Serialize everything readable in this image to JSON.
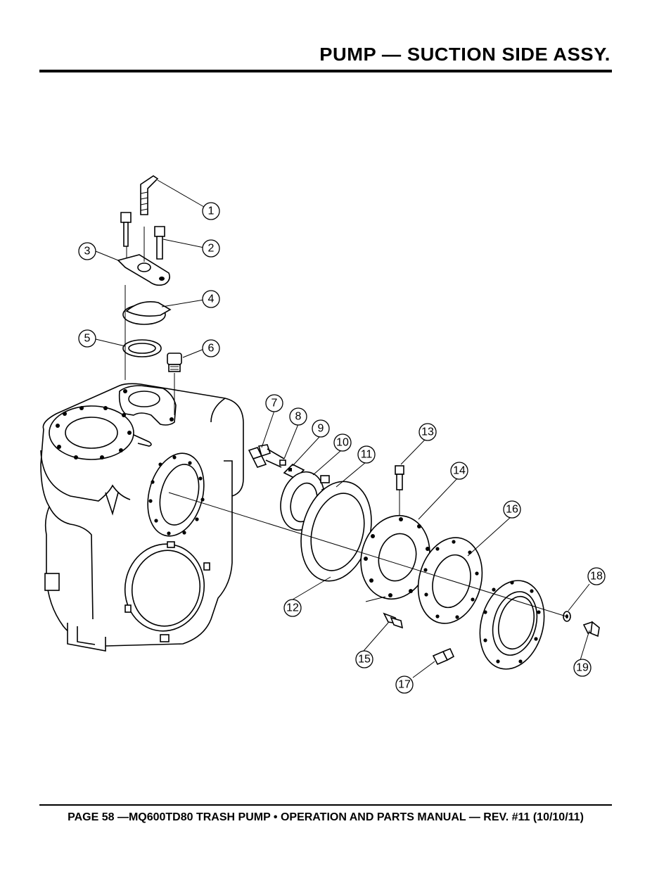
{
  "header": {
    "title": "PUMP — SUCTION SIDE ASSY."
  },
  "footer": {
    "text": "PAGE 58 —MQ600TD80 TRASH PUMP • OPERATION AND PARTS MANUAL — REV. #11 (10/10/11)"
  },
  "callouts": [
    "1",
    "2",
    "3",
    "4",
    "5",
    "6",
    "7",
    "8",
    "9",
    "10",
    "11",
    "12",
    "13",
    "14",
    "15",
    "16",
    "17",
    "18",
    "19"
  ]
}
